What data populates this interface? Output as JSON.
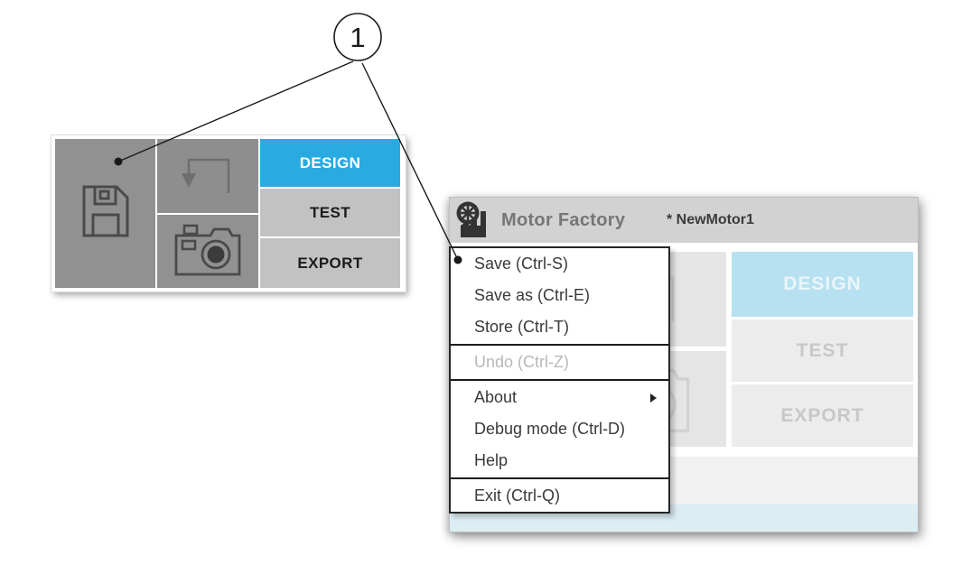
{
  "callout": {
    "label": "1"
  },
  "colors": {
    "accent_blue": "#29abe2",
    "active_tab_pale_blue": "#b7e1f1",
    "bottom_band_blue": "#dcedf4",
    "toolbar_cell_gray": "#919191",
    "tab_gray": "#c2c2c2",
    "header_gray": "#d2d2d2"
  },
  "left_toolbar": {
    "icons": {
      "save": "floppy-disk-icon",
      "load": "down-arrow-return-icon",
      "snapshot": "camera-icon"
    },
    "tabs": [
      {
        "label": "DESIGN",
        "active": true
      },
      {
        "label": "TEST",
        "active": false
      },
      {
        "label": "EXPORT",
        "active": false
      }
    ]
  },
  "window": {
    "app_title": "Motor Factory",
    "document_title": "* NewMotor1",
    "logo": "gear-factory-logo",
    "tabs": [
      {
        "label": "DESIGN",
        "active": true
      },
      {
        "label": "TEST",
        "active": false
      },
      {
        "label": "EXPORT",
        "active": false
      }
    ],
    "menu": {
      "items": [
        {
          "label": "Save (Ctrl-S)",
          "enabled": true
        },
        {
          "label": "Save as (Ctrl-E)",
          "enabled": true
        },
        {
          "label": "Store (Ctrl-T)",
          "enabled": true
        },
        {
          "label": "Undo (Ctrl-Z)",
          "enabled": false
        },
        {
          "label": "About",
          "enabled": true,
          "has_submenu": true
        },
        {
          "label": "Debug mode (Ctrl-D)",
          "enabled": true
        },
        {
          "label": "Help",
          "enabled": true
        },
        {
          "label": "Exit (Ctrl-Q)",
          "enabled": true
        }
      ]
    }
  }
}
